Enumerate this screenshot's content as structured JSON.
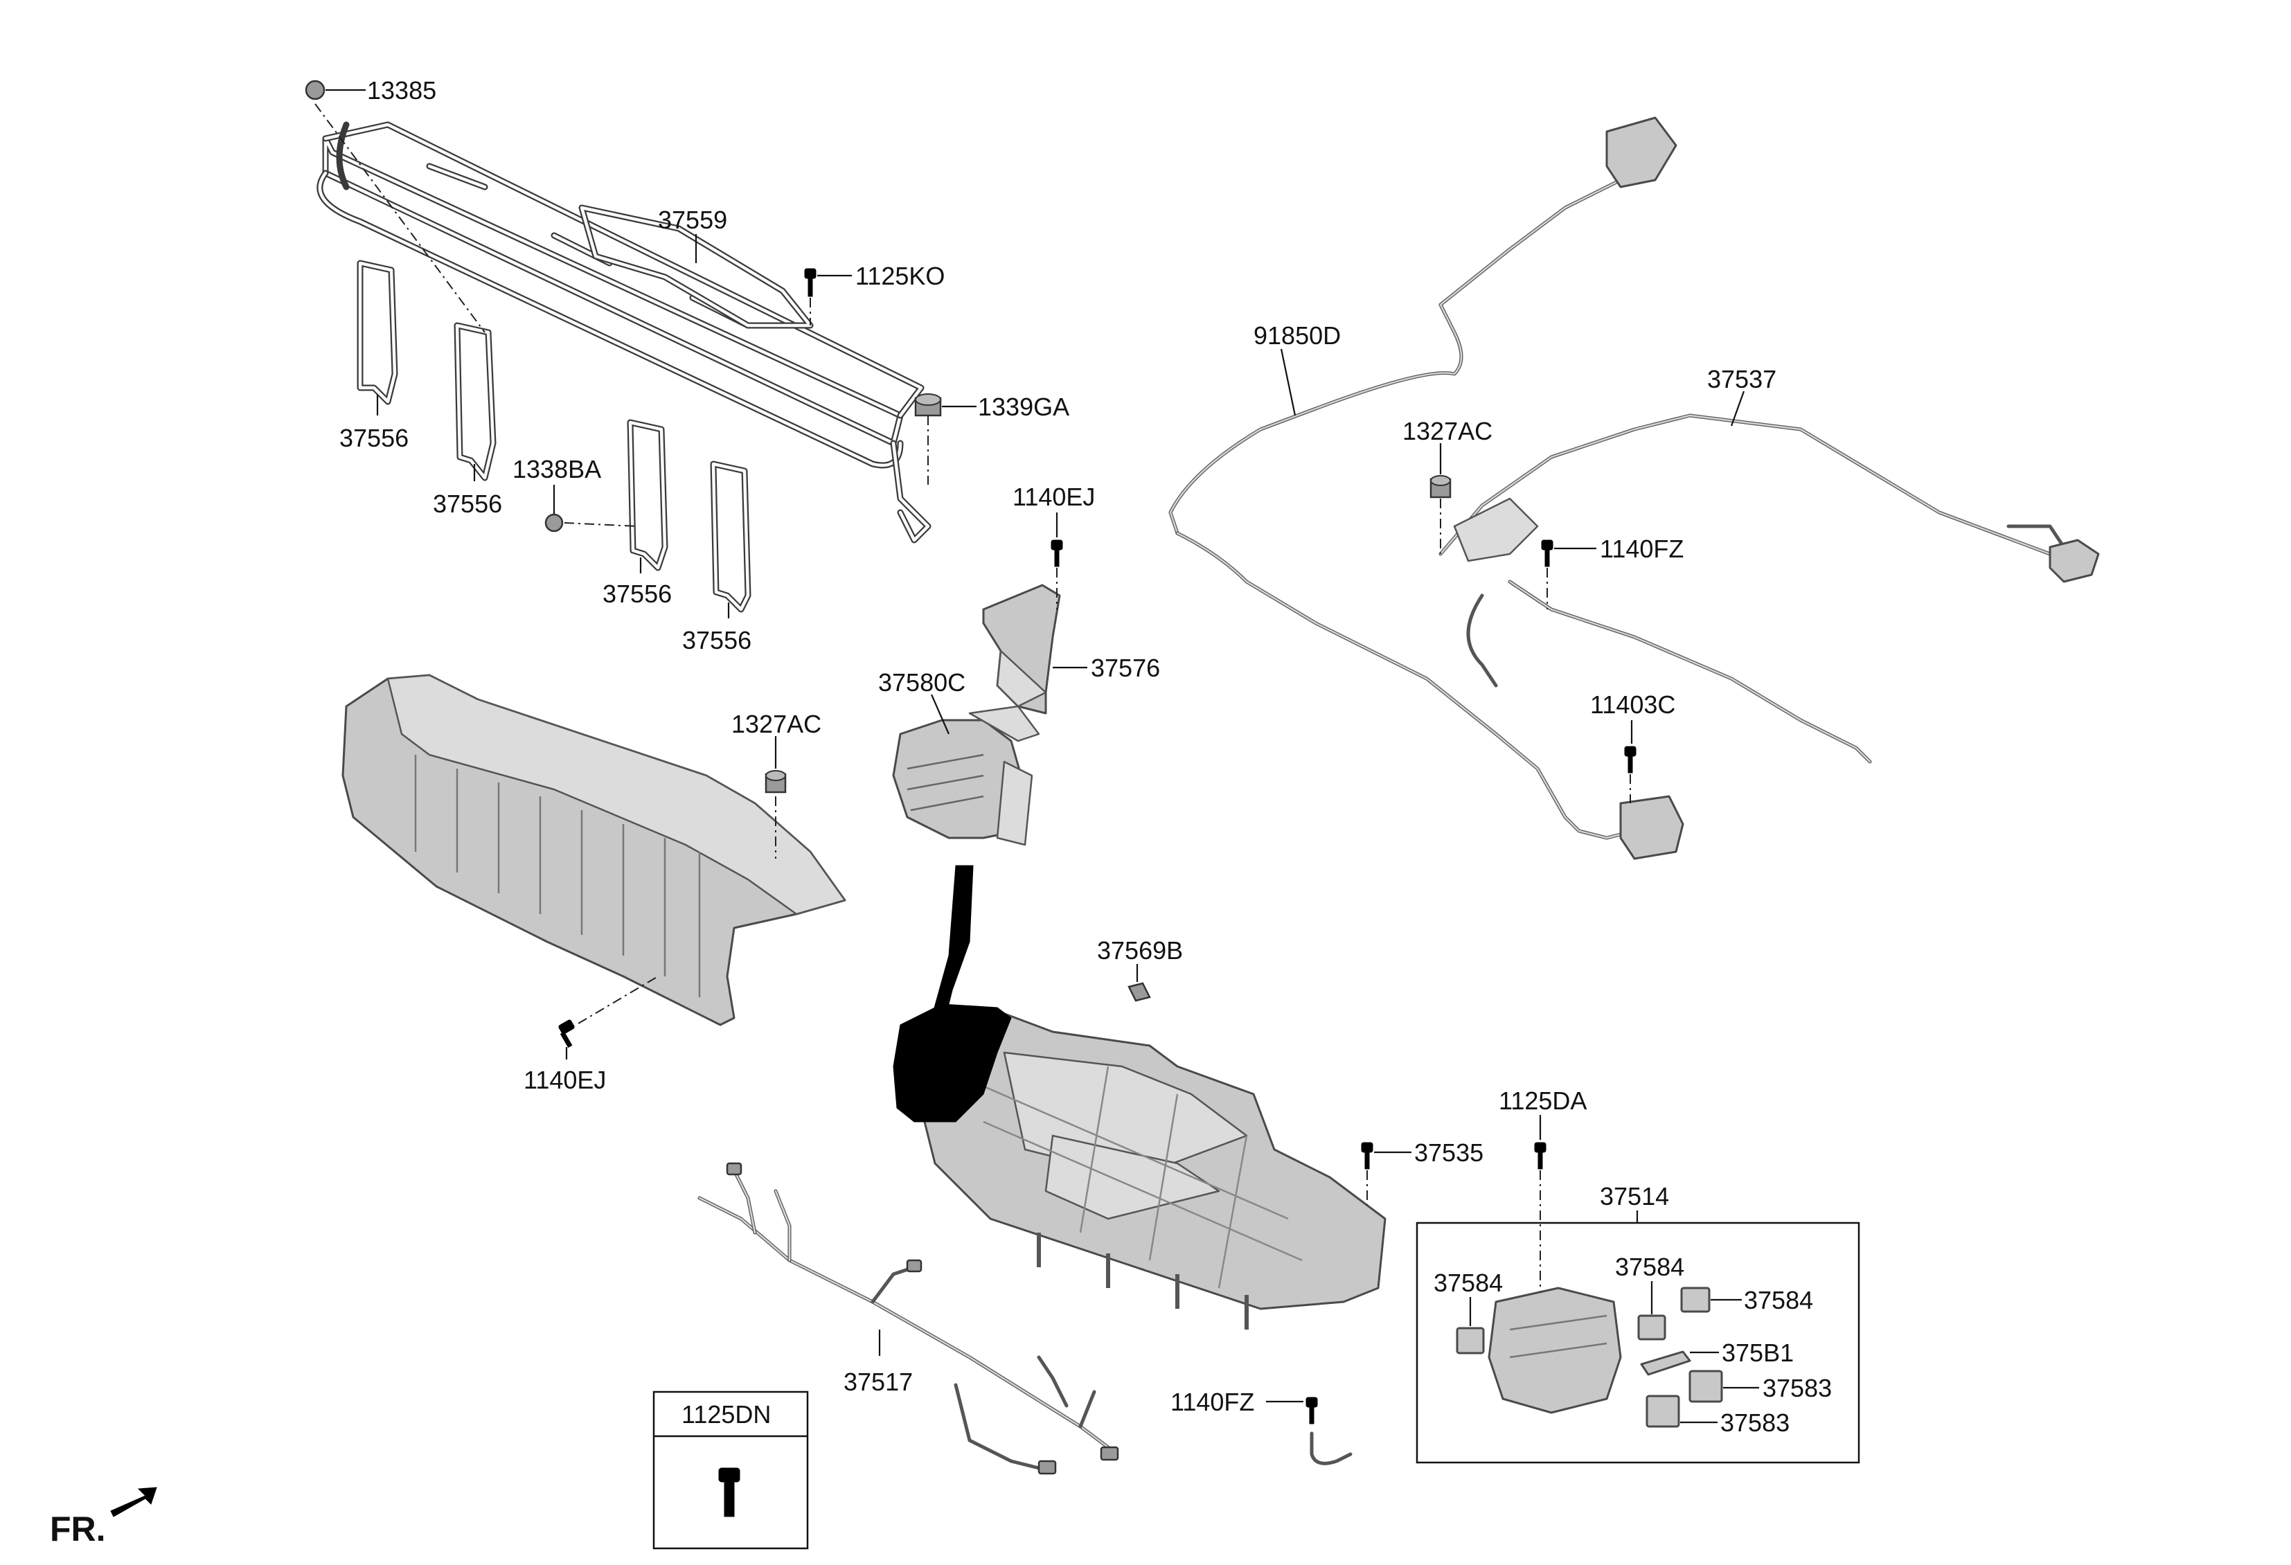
{
  "labels": {
    "p13385": "13385",
    "p37559": "37559",
    "p1125KO": "1125KO",
    "p1339GA": "1339GA",
    "p37556_a": "37556",
    "p37556_b": "37556",
    "p37556_c": "37556",
    "p37556_d": "37556",
    "p1338BA": "1338BA",
    "p91850D": "91850D",
    "p37537": "37537",
    "p1327AC_a": "1327AC",
    "p1140FZ_a": "1140FZ",
    "p1140EJ_a": "1140EJ",
    "p37576": "37576",
    "p37580C": "37580C",
    "p1327AC_b": "1327AC",
    "p11403C": "11403C",
    "p1140EJ_b": "1140EJ",
    "p37569B": "37569B",
    "p1125DA": "1125DA",
    "p37535": "37535",
    "p37514": "37514",
    "p37584_a": "37584",
    "p37584_b": "37584",
    "p37584_c": "37584",
    "p375B1": "375B1",
    "p37583_a": "37583",
    "p37583_b": "37583",
    "p37517": "37517",
    "p1140FZ_b": "1140FZ",
    "p1125DN": "1125DN"
  },
  "fr_label": "FR."
}
